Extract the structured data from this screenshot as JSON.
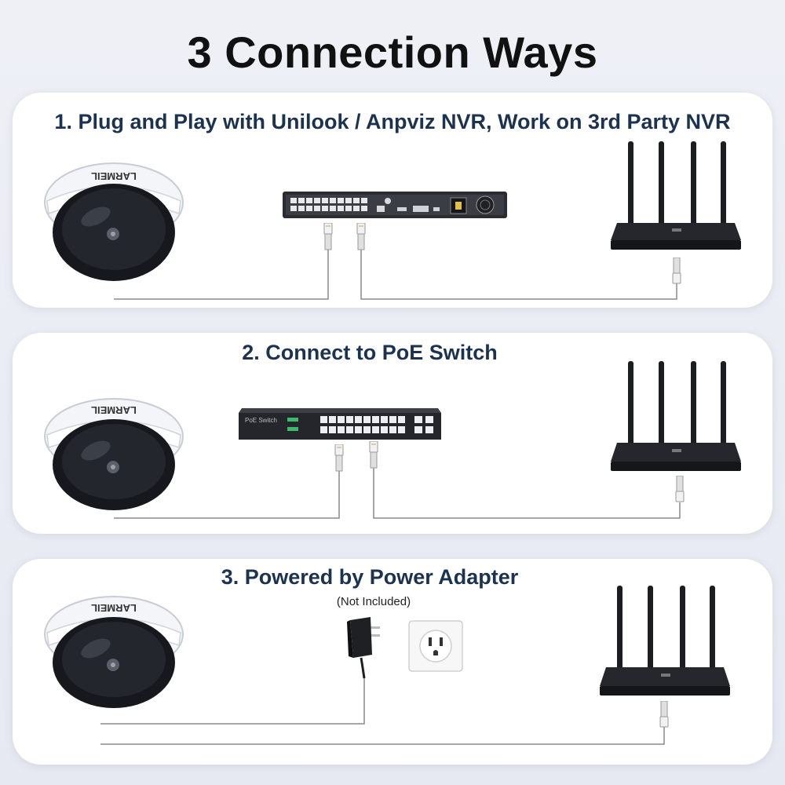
{
  "title": "3 Connection Ways",
  "panels": [
    {
      "title": "1. Plug and Play with Unilook / Anpviz NVR, Work on 3rd Party NVR"
    },
    {
      "title": "2. Connect to PoE Switch"
    },
    {
      "title": "3. Powered by Power Adapter",
      "note": "(Not Included)"
    }
  ],
  "camera_brand": "LARMEIL",
  "switch_label": "PoE Switch",
  "colors": {
    "title": "#111111",
    "panel_title": "#1b3250",
    "device_dark": "#1e1e22",
    "wire": "#8a8a8a"
  },
  "icons": [
    "dome-camera-icon",
    "nvr-recorder-icon",
    "poe-switch-icon",
    "router-icon",
    "power-adapter-icon",
    "wall-outlet-icon",
    "ethernet-plug-icon"
  ]
}
